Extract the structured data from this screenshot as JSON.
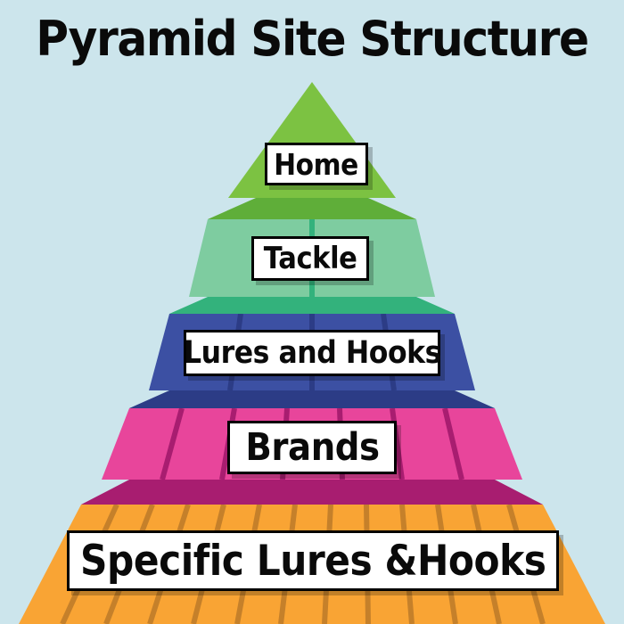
{
  "page": {
    "title": "Pyramid Site Structure",
    "background_color": "#cce5ec"
  },
  "chart_data": {
    "type": "pyramid",
    "title": "Pyramid Site Structure",
    "orientation": "top-down",
    "levels": [
      {
        "rank": 1,
        "label": "Home",
        "color": "#7cc242",
        "shade_color": "#5fae39",
        "divider_color": "#5fae39",
        "segments": 1
      },
      {
        "rank": 2,
        "label": "Tackle",
        "color": "#7ecca0",
        "shade_color": "#33b27c",
        "divider_color": "#33b27c",
        "segments": 2
      },
      {
        "rank": 3,
        "label": "Lures and Hooks",
        "color": "#3c50a3",
        "shade_color": "#2c3c86",
        "divider_color": "#2c3c86",
        "segments": 3
      },
      {
        "rank": 4,
        "label": "Brands",
        "color": "#e8459b",
        "shade_color": "#a81d70",
        "divider_color": "#a81d70",
        "segments": 6
      },
      {
        "rank": 5,
        "label": "Specific Lures &Hooks",
        "color": "#f9a434",
        "shade_color": "#c5802a",
        "divider_color": "#c5802a",
        "segments": 13
      }
    ]
  }
}
